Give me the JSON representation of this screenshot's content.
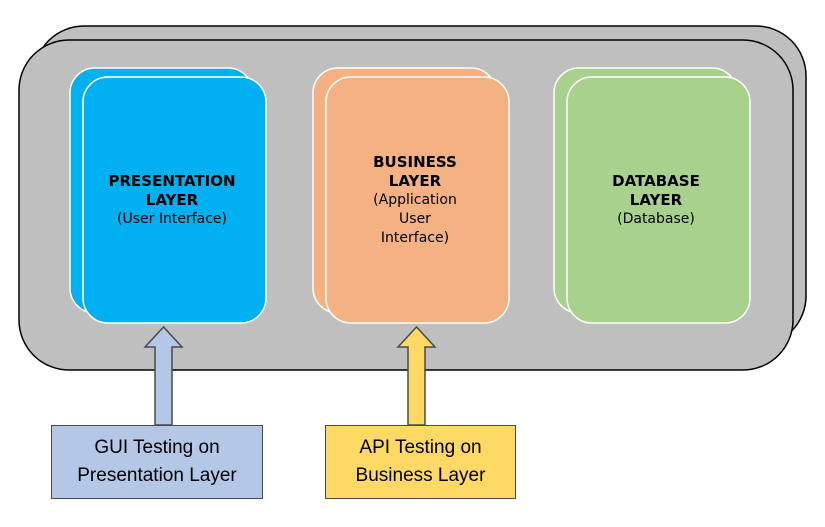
{
  "diagram": {
    "layers": [
      {
        "title": "PRESENTATION\nLAYER",
        "subtitle": "(User Interface)",
        "color": "#00b0f0"
      },
      {
        "title": "BUSINESS\nLAYER",
        "subtitle": "(Application\nUser\nInterface)",
        "color": "#f4b183"
      },
      {
        "title": "DATABASE\nLAYER",
        "subtitle": "(Database)",
        "color": "#a9d18e"
      }
    ],
    "tests": [
      {
        "label": "GUI Testing on\nPresentation Layer",
        "color": "#b4c7e7"
      },
      {
        "label": "API Testing on\nBusiness Layer",
        "color": "#ffd966"
      }
    ],
    "container_color": "#bfbfbf"
  }
}
